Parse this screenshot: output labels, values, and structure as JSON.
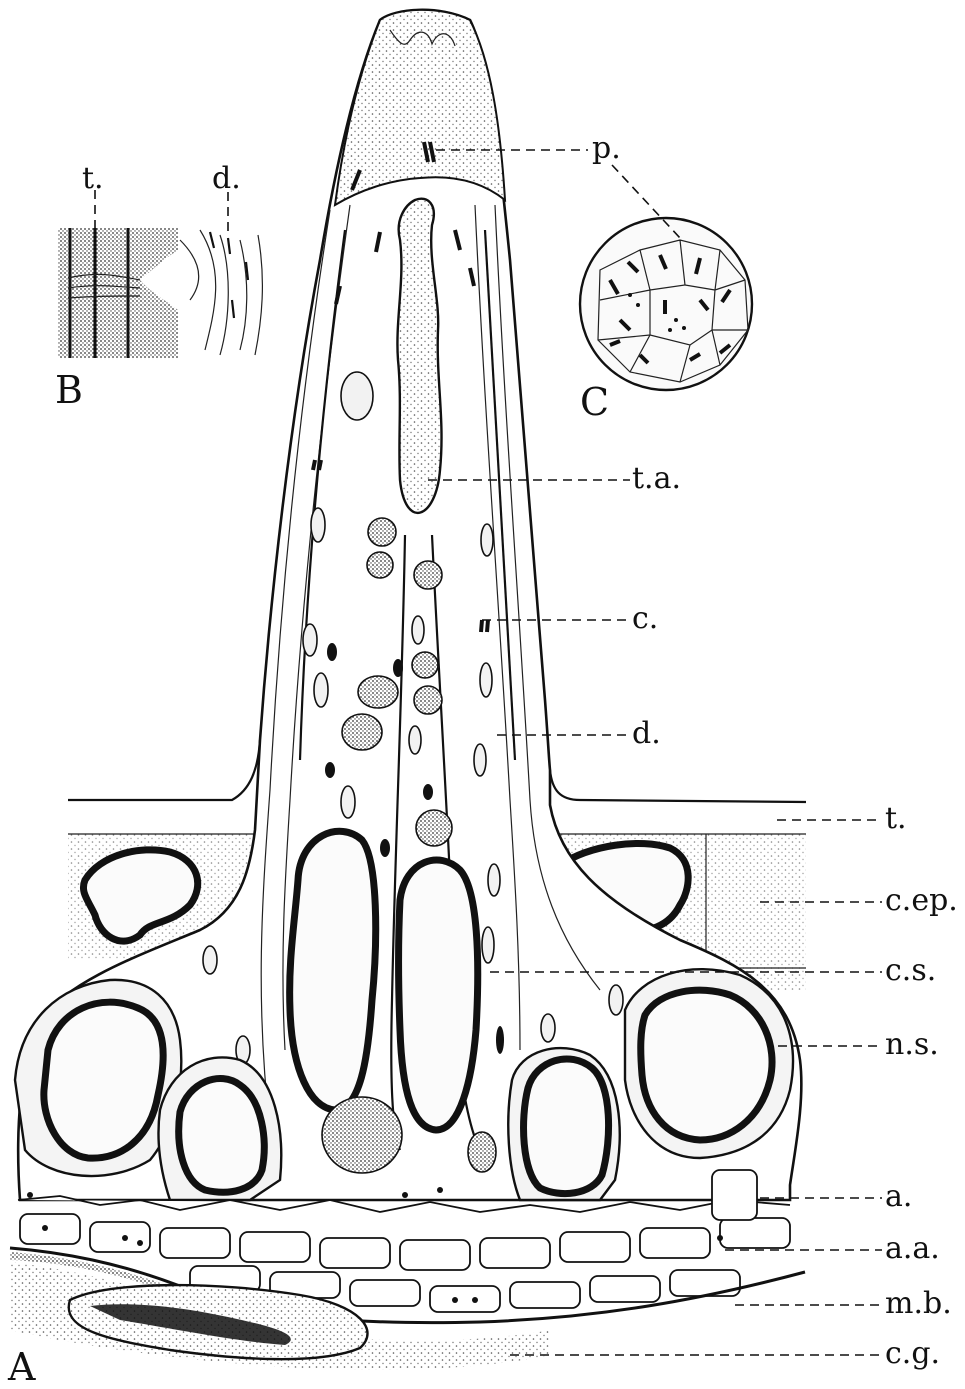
{
  "panels": {
    "A": "A",
    "B": "B",
    "C": "C"
  },
  "labels": {
    "p": "p.",
    "t_a": "t.a.",
    "c": "c.",
    "d": "d.",
    "t": "t.",
    "c_ep": "c.ep.",
    "c_s": "c.s.",
    "n_s": "n.s.",
    "a": "a.",
    "a_a": "a.a.",
    "m_b": "m.b.",
    "c_g": "c.g.",
    "inset_t": "t.",
    "inset_d": "d."
  },
  "colors": {
    "ink": "#111111",
    "paper": "#ffffff",
    "stipple": "#bdbdbd"
  }
}
